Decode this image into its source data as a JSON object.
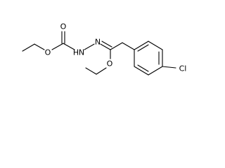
{
  "structure": {
    "atoms": {
      "carbonyl_oxygen": "O",
      "ester_oxygen_top": "O",
      "hydrazide_nh": "N",
      "hydrazide_h": "H",
      "imine_nitrogen": "N",
      "ester_oxygen_bottom": "O",
      "chlorine": "Cl"
    }
  }
}
